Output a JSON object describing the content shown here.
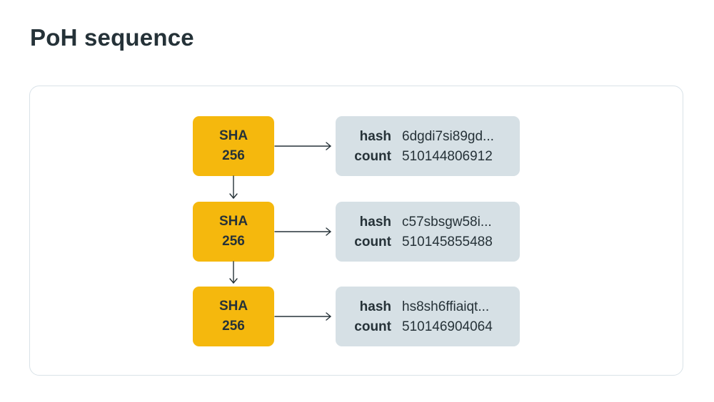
{
  "title": "PoH sequence",
  "steps": [
    {
      "hash_label_line1": "SHA",
      "hash_label_line2": "256",
      "hash_key": "hash",
      "hash_value": "6dgdi7si89gd...",
      "count_key": "count",
      "count_value": "510144806912"
    },
    {
      "hash_label_line1": "SHA",
      "hash_label_line2": "256",
      "hash_key": "hash",
      "hash_value": "c57sbsgw58i...",
      "count_key": "count",
      "count_value": "510145855488"
    },
    {
      "hash_label_line1": "SHA",
      "hash_label_line2": "256",
      "hash_key": "hash",
      "hash_value": "hs8sh6ffiaiqt...",
      "count_key": "count",
      "count_value": "510146904064"
    }
  ],
  "colors": {
    "hash_box": "#f5b80d",
    "state_box": "#d6e0e5",
    "text": "#263238",
    "border": "#d9e2e8"
  }
}
